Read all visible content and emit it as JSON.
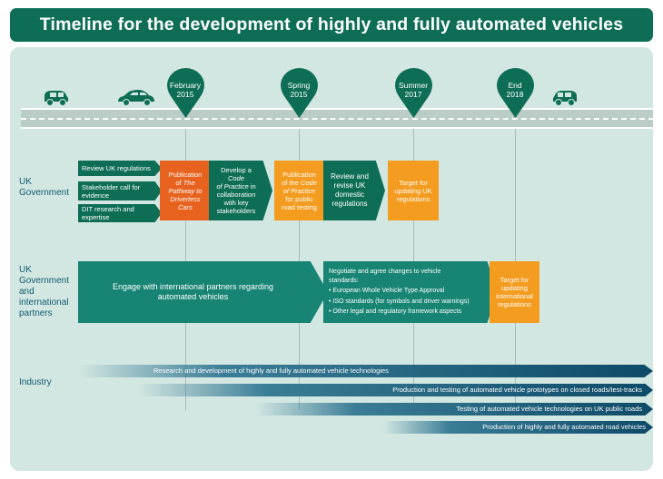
{
  "title": "Timeline for the development of highly and fully automated vehicles",
  "milestones": [
    "February\n2015",
    "Spring\n2015",
    "Summer\n2017",
    "End\n2018"
  ],
  "rows": {
    "uk_government": "UK\nGovernment",
    "uk_international": "UK\nGovernment\nand\ninternational\npartners",
    "industry": "Industry"
  },
  "uk_gov_items": {
    "review_regs": "Review UK regulations",
    "stakeholder_call": "Stakeholder call for\nevidence",
    "dit_research": "DIT research and\nexpertise",
    "pathway_pre": "Publication\nof ",
    "pathway_em": "The\nPathway to\nDriverless\nCars",
    "code_pre": "Develop a\n",
    "code_em": "Code\nof Practice",
    "code_post": " in\ncollaboration\nwith key\nstakeholders",
    "pub_code_pre": "Publication\nof the ",
    "pub_code_em": "Code\nof Practice",
    "pub_code_post": "\nfor public\nroad testing",
    "review_revise": "Review and\nrevise UK\ndomestic\nregulations",
    "target_uk": "Target for\nupdating UK\nregulations"
  },
  "intl_items": {
    "engage": "Engage with international partners regarding\nautomated vehicles",
    "negotiate_title": "Negotiate and agree changes to vehicle\nstandards:",
    "negotiate_points": [
      "• European Whole Vehicle Type Approval",
      "• ISO standards (for symbols and driver warnings)",
      "• Other legal and regulatory framework aspects"
    ],
    "target_intl": "Target for\nupdating\ninternational\nregulations"
  },
  "industry_items": [
    "Research and development of highly and fully automated vehicle technologies",
    "Production and testing of automated vehicle prototypes on closed roads/test-tracks",
    "Testing of automated vehicle technologies on UK public roads",
    "Production of highly and fully automated road vehicles"
  ],
  "colors": {
    "green": "#0e6e55",
    "teal": "#178474",
    "orange_dark": "#e8621f",
    "orange": "#f39c1f",
    "navy": "#0d4a68",
    "panel": "#d3e7e2"
  }
}
